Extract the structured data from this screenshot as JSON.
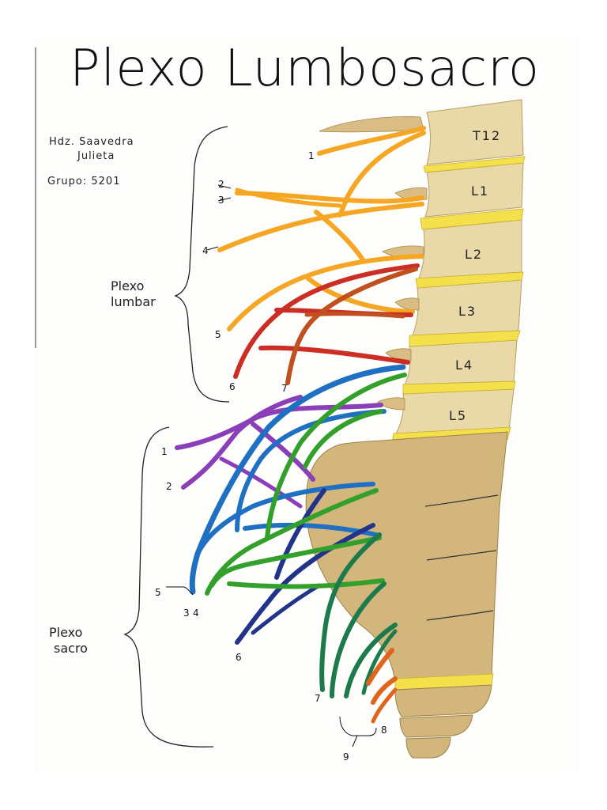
{
  "title": "Plexo Lumbosacro",
  "author": {
    "line1": "Hdz. Saavedra",
    "line2": "Julieta",
    "group": "Grupo: 5201"
  },
  "lumbar_plexus": {
    "label_line1": "Plexo",
    "label_line2": "lumbar",
    "numbers": [
      "1",
      "2",
      "3",
      "4",
      "5",
      "6",
      "7"
    ]
  },
  "sacral_plexus": {
    "label_line1": "Plexo",
    "label_line2": "sacro",
    "numbers": [
      "1",
      "2",
      "5",
      "3",
      "4",
      "6",
      "7",
      "8",
      "9"
    ]
  },
  "vertebrae": [
    "T12",
    "L1",
    "L2",
    "L3",
    "L4",
    "L5"
  ],
  "colors": {
    "bone": "#e8d6a4",
    "sacrum": "#d2b67c",
    "disc": "#f4e04a",
    "nerve_orange": "#f5a623",
    "nerve_red": "#cc2e26",
    "nerve_rust": "#c0501e",
    "nerve_purple": "#8a3fb8",
    "nerve_blue": "#1f6fc2",
    "nerve_navy": "#22348a",
    "nerve_green": "#33a02c",
    "nerve_darkgreen": "#1c7a4c",
    "nerve_coccyx": "#e0641c"
  }
}
